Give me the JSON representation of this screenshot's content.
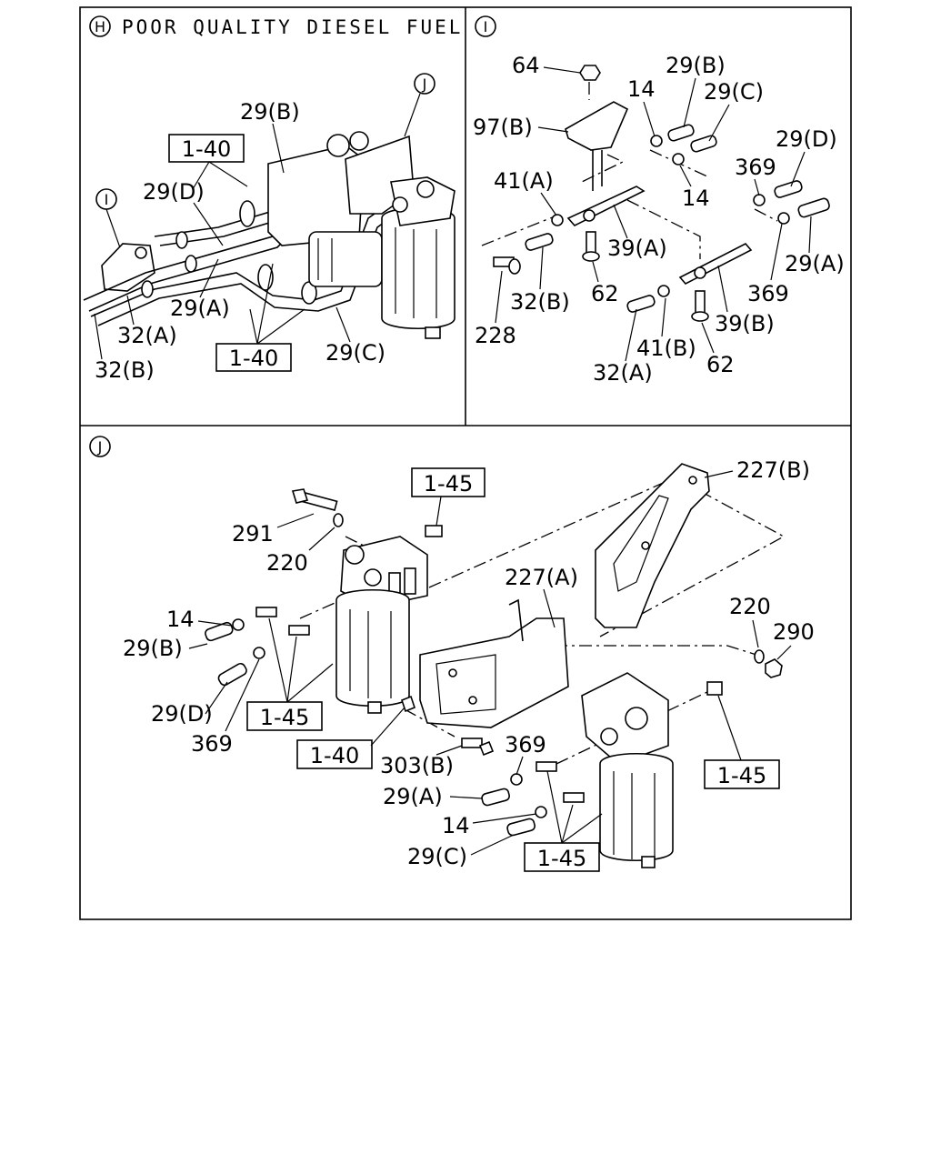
{
  "panels": {
    "h": {
      "marker": "H",
      "title": "POOR QUALITY DIESEL FUEL",
      "ref_i": "I",
      "ref_j": "J",
      "boxes": [
        "1-40",
        "1-40"
      ],
      "labels": [
        "29(B)",
        "29(D)",
        "29(A)",
        "32(A)",
        "32(B)",
        "29(C)"
      ]
    },
    "i": {
      "marker": "I",
      "labels": [
        "64",
        "29(B)",
        "14",
        "29(C)",
        "97(B)",
        "29(D)",
        "369",
        "41(A)",
        "14",
        "39(A)",
        "29(A)",
        "369",
        "32(B)",
        "62",
        "228",
        "39(B)",
        "41(B)",
        "62",
        "32(A)"
      ]
    },
    "j": {
      "marker": "J",
      "boxes": [
        "1-45",
        "1-45",
        "1-40",
        "1-45",
        "1-45"
      ],
      "labels": [
        "227(B)",
        "291",
        "220",
        "227(A)",
        "220",
        "290",
        "14",
        "29(B)",
        "29(D)",
        "369",
        "303(B)",
        "369",
        "29(A)",
        "14",
        "29(C)"
      ]
    }
  }
}
